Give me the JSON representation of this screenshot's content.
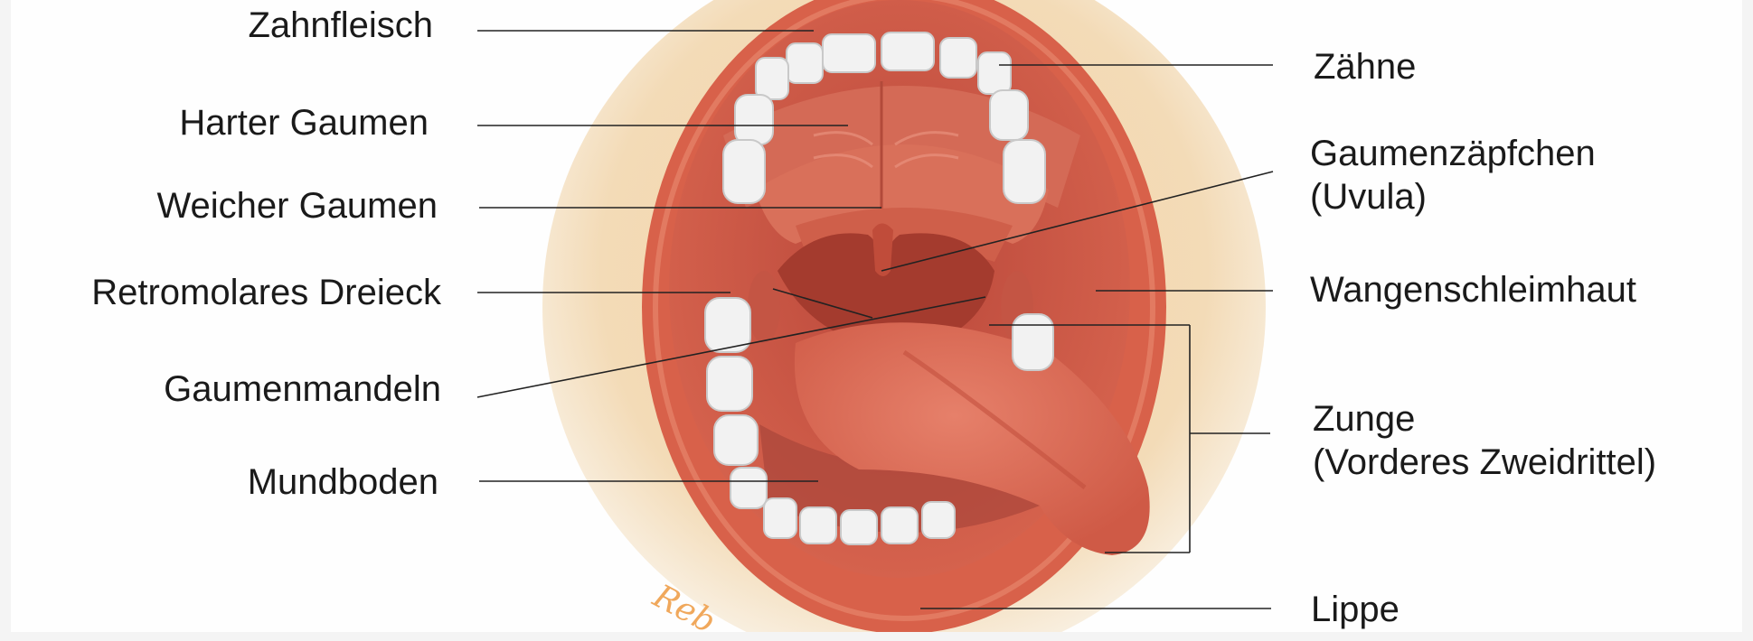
{
  "diagram": {
    "labels_left": {
      "zahnfleisch": "Zahnfleisch",
      "harter_gaumen": "Harter Gaumen",
      "weicher_gaumen": "Weicher Gaumen",
      "retromolares_dreieck": "Retromolares Dreieck",
      "gaumenmandeln": "Gaumenmandeln",
      "mundboden": "Mundboden"
    },
    "labels_right": {
      "zaehne": "Zähne",
      "gaumenzaepfchen_line1": "Gaumenzäpfchen",
      "gaumenzaepfchen_line2": "(Uvula)",
      "wangenschleimhaut": "Wangenschleimhaut",
      "zunge_line1": "Zunge",
      "zunge_line2": "(Vorderes Zweidrittel)",
      "lippe": "Lippe"
    },
    "signature": "Reb",
    "colors": {
      "background": "#f4f4f4",
      "skin": "#f4d6a8",
      "lip": "#d8614a",
      "mouth_interior": "#c9503d",
      "throat": "#a43b2e",
      "tongue": "#dc6a55",
      "teeth": "#f2f2f2",
      "leader_line": "#222222"
    }
  }
}
